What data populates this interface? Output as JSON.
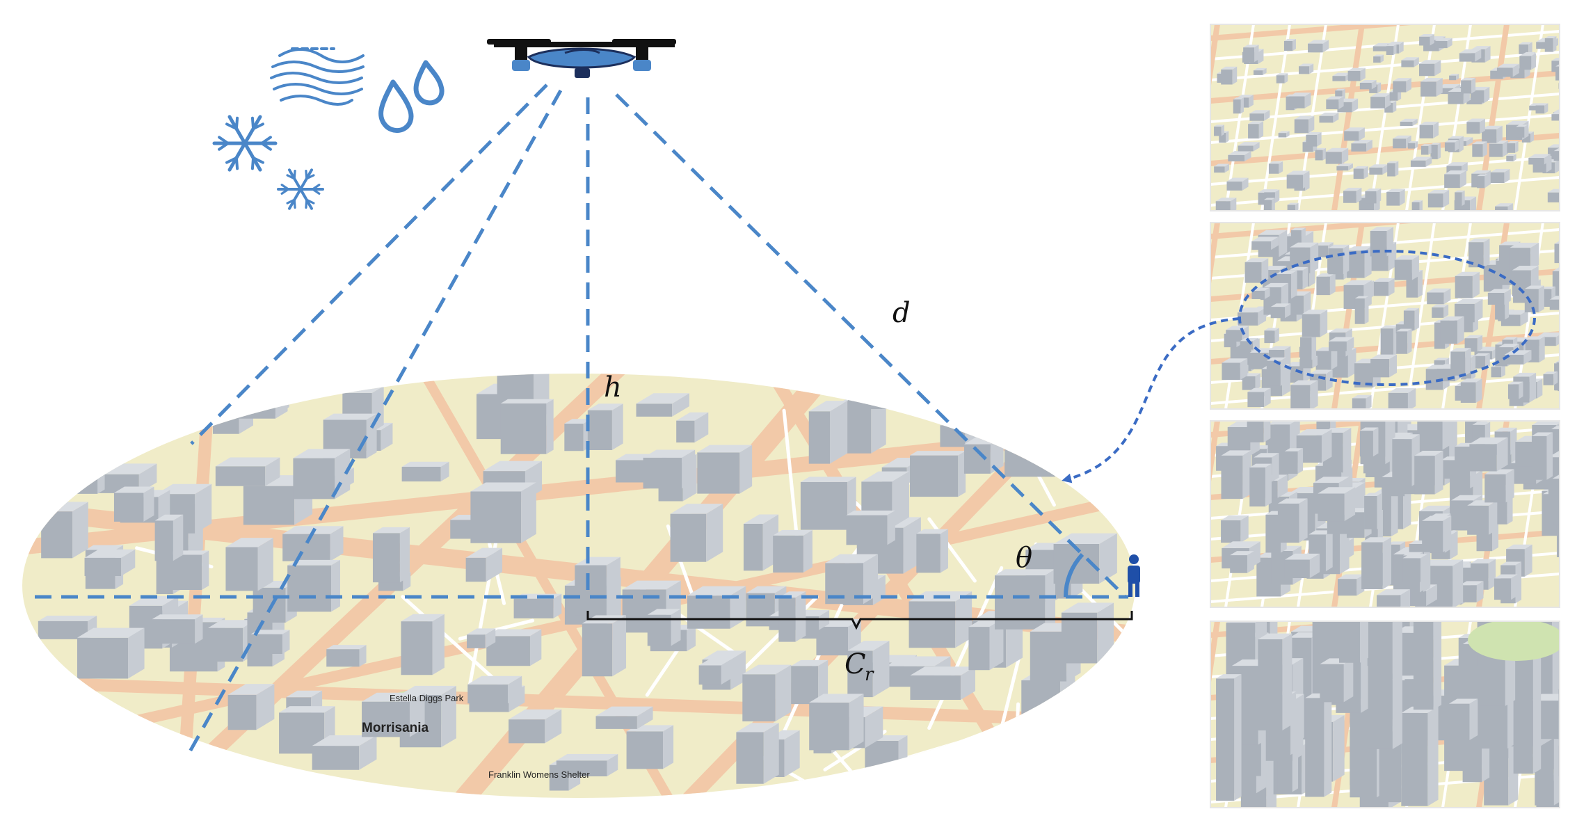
{
  "labels": {
    "h": "h",
    "d": "d",
    "theta": "θ",
    "cr_base": "C",
    "cr_sub": "r"
  },
  "map": {
    "place_label": "Morrisania",
    "park_label": "Estella Diggs Park",
    "shelter_label": "Franklin Womens Shelter"
  },
  "icons": [
    "drone-icon",
    "rain-drops-icon",
    "fog-icon",
    "snowflake-icon",
    "pedestrian-icon"
  ],
  "colors": {
    "link_line": "#4a86c8",
    "ellipse_callout": "#3a6bc4",
    "map_bg": "#f0ecc8",
    "road": "#f2c9a8",
    "building": "#b9bfc7",
    "brace": "#111111"
  },
  "thumbnails": [
    {
      "density": "low-rise suburban"
    },
    {
      "density": "mid-rise urban"
    },
    {
      "density": "dense urban"
    },
    {
      "density": "high-rise urban"
    }
  ]
}
